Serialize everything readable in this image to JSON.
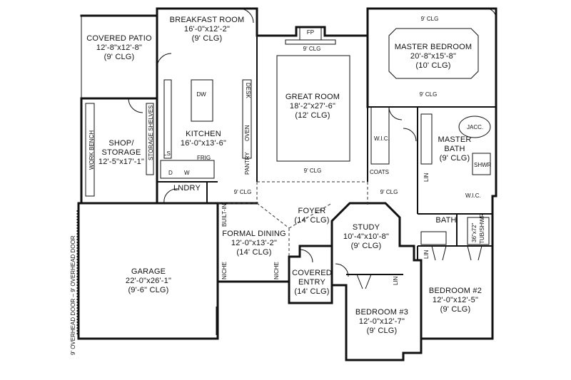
{
  "rooms": {
    "covered_patio": {
      "name": "COVERED PATIO",
      "dim": "12'-8\"x12'-8\"",
      "clg": "(9' CLG)"
    },
    "breakfast": {
      "name": "BREAKFAST ROOM",
      "dim": "16'-0\"x12'-2\"",
      "clg": "(9' CLG)"
    },
    "master_bedroom": {
      "name": "MASTER BEDROOM",
      "dim": "20'-8\"x15'-8\"",
      "clg": "(10' CLG)"
    },
    "great_room": {
      "name": "GREAT ROOM",
      "dim": "18'-2\"x27'-6\"",
      "clg": "(12' CLG)"
    },
    "kitchen": {
      "name": "KITCHEN",
      "dim": "16'-0\"x13'-6\""
    },
    "shop": {
      "name1": "SHOP/",
      "name2": "STORAGE",
      "dim": "12'-5\"x17'-1\""
    },
    "master_bath": {
      "name1": "MASTER",
      "name2": "BATH",
      "clg": "(9' CLG)"
    },
    "lndry": {
      "name": "LNDRY"
    },
    "foyer": {
      "name": "FOYER",
      "clg": "(14' CLG)"
    },
    "formal_dining": {
      "name": "FORMAL DINING",
      "dim": "12'-0\"x13'-2\"",
      "clg": "(14' CLG)"
    },
    "study": {
      "name": "STUDY",
      "dim": "10'-4\"x10'-8\"",
      "clg": "(9' CLG)"
    },
    "bath": {
      "name": "BATH"
    },
    "garage": {
      "name": "GARAGE",
      "dim": "22'-0\"x26'-1\"",
      "clg": "(9'-6\" CLG)"
    },
    "covered_entry": {
      "name1": "COVERED",
      "name2": "ENTRY",
      "clg": "(14' CLG)"
    },
    "bedroom2": {
      "name": "BEDROOM #2",
      "dim": "12'-0\"x12'-5\"",
      "clg": "(9' CLG)"
    },
    "bedroom3": {
      "name": "BEDROOM #3",
      "dim": "12'-0\"x12'-7\"",
      "clg": "(9' CLG)"
    }
  },
  "small_labels": {
    "fp": "FP",
    "dw": "DW",
    "desk": "DESK",
    "oven": "OVEN",
    "pantry": "PANTRY",
    "frig": "FRIG",
    "ls": "LS",
    "d": "D",
    "w": "W",
    "wic": "W.I.C.",
    "coats": "COATS",
    "jacc": "JACC.",
    "shwr": "SHWR",
    "lin": "LIN",
    "wic2": "W.I.C.",
    "tub": "36\"x72\"",
    "tubshwr": "TUB/SHWR",
    "lin2": "LIN",
    "lin3": "LIN",
    "built_in": "BUILT-IN",
    "niche1": "NICHE",
    "niche2": "NICHE",
    "work_bench": "WORK BENCH",
    "storage_shelves": "STORAGE SHELVES",
    "overhead_door": "9' OVERHEAD DOOR – 9' OVERHEAD DOOR"
  },
  "ceiling_notes": {
    "n1": "9' CLG",
    "n2": "9' CLG",
    "n3": "9' CLG",
    "n4": "9' CLG",
    "n5": "9' CLG",
    "n6": "9' CLG"
  }
}
